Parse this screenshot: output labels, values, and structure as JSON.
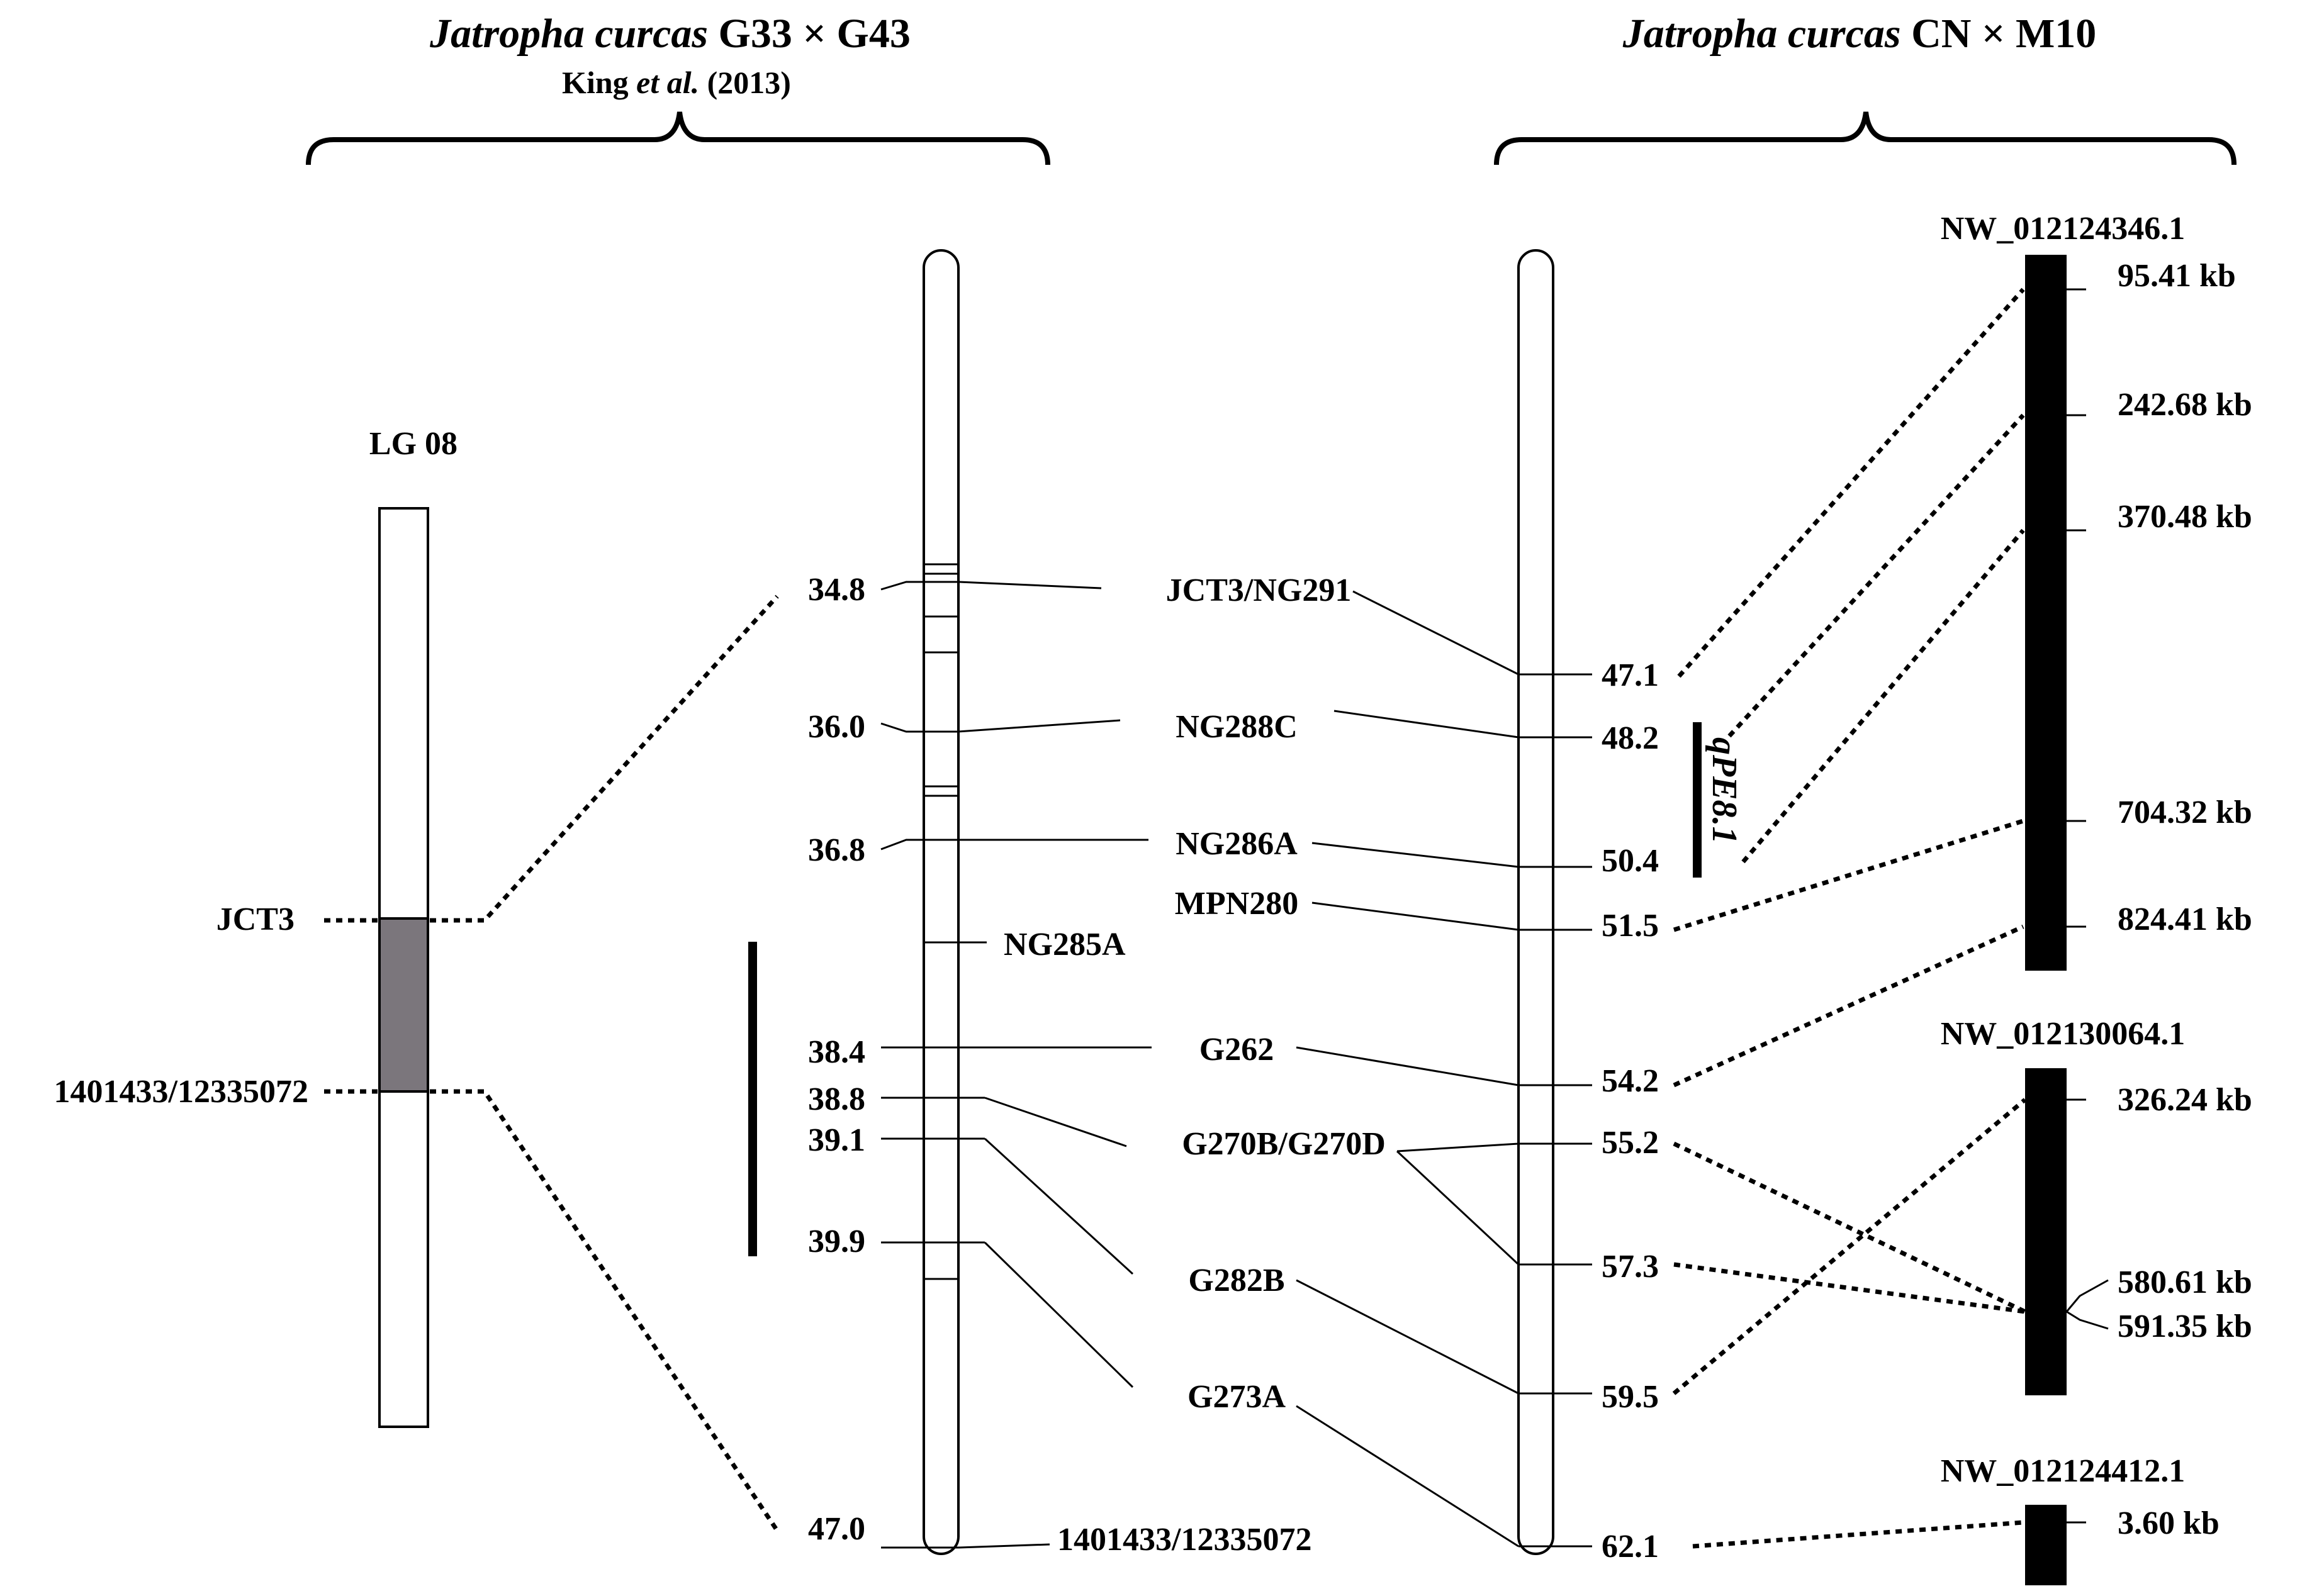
{
  "headers": {
    "left_title_italic": "Jatropha curcas",
    "left_title_rest": " G33 × G43",
    "left_ref_author": "King ",
    "left_ref_etal": "et al.",
    "left_ref_year": " (2013)",
    "right_title_italic": "Jatropha curcas",
    "right_title_rest": " CN × M10"
  },
  "lg08": {
    "label": "LG 08",
    "marker_top": "JCT3",
    "marker_bottom": "1401433/12335072"
  },
  "map_g33": {
    "positions": [
      "34.8",
      "36.0",
      "36.8",
      "38.4",
      "38.8",
      "39.1",
      "39.9",
      "47.0"
    ]
  },
  "markers": {
    "jct3_ng291": "JCT3/NG291",
    "ng288c": "NG288C",
    "ng286a": "NG286A",
    "mpn280": "MPN280",
    "ng285a": "NG285A",
    "g262": "G262",
    "g270b_g270d": "G270B/G270D",
    "g282b": "G282B",
    "g273a": "G273A",
    "m1401433": "1401433/12335072"
  },
  "map_cn": {
    "positions": [
      "47.1",
      "48.2",
      "50.4",
      "51.5",
      "54.2",
      "55.2",
      "57.3",
      "59.5",
      "62.1"
    ],
    "qtl_label": "qPE8.1"
  },
  "scaffolds": [
    {
      "name": "NW_012124346.1",
      "positions": [
        "95.41 kb",
        "242.68 kb",
        "370.48 kb",
        "704.32 kb",
        "824.41 kb"
      ]
    },
    {
      "name": "NW_012130064.1",
      "positions": [
        "326.24 kb",
        "580.61 kb",
        "591.35 kb"
      ]
    },
    {
      "name": "NW_012124412.1",
      "positions": [
        "3.60 kb"
      ]
    }
  ]
}
